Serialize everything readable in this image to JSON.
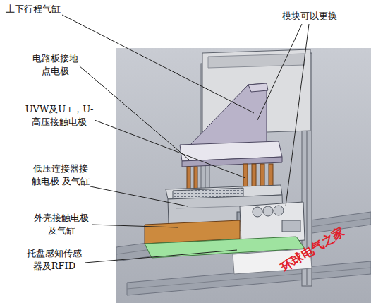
{
  "diagram": {
    "labels": [
      "上下行程气缸",
      "模块可以更换",
      "电路板接地 点电极",
      "UVW及U+，U- 高压接触电极",
      "低压连接器接 触电极 及气缸",
      "外壳接触电极 及气缸",
      "托盘感知传感 器及RFID",
      "环球电气之家"
    ]
  }
}
